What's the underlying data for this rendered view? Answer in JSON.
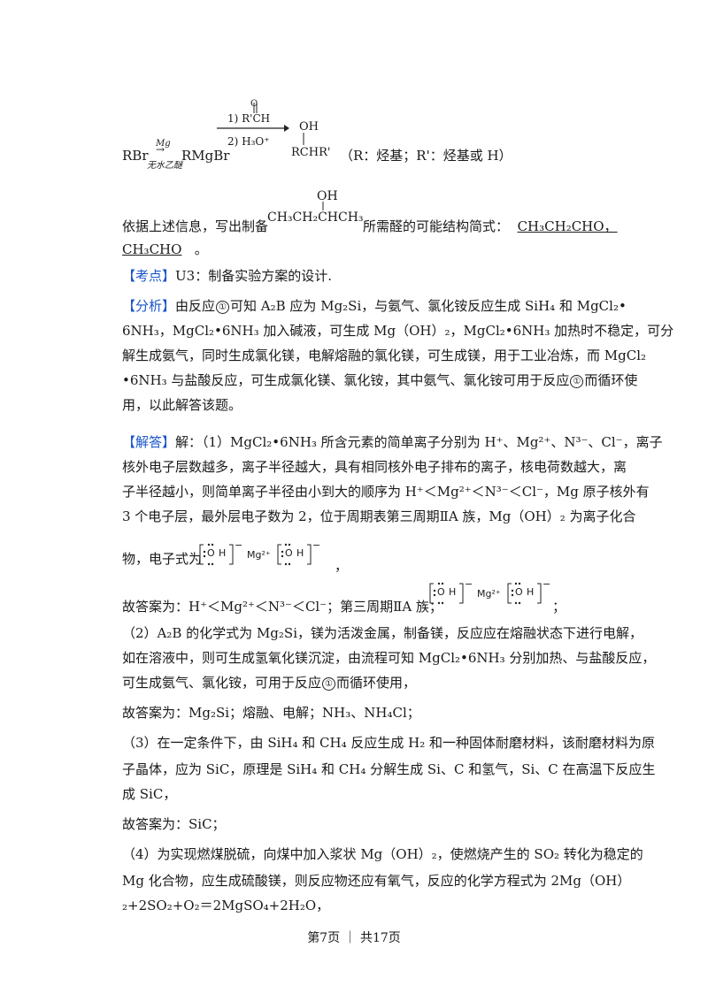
{
  "reaction": {
    "rbr": "RBr",
    "mg": "Mg",
    "solvent": "无水乙醚",
    "rmgbr": "RMgBr",
    "step1": "1) R'CH",
    "step2": "2) H₃O⁺",
    "carbonyl_o": "O",
    "product_oh": "OH",
    "product": "RCHR'",
    "note": "（R：烃基；R'：烃基或 H）"
  },
  "question": {
    "prefix": "依据上述信息，写出制备",
    "target_oh": "OH",
    "target": "CH₃CH₂CHCH₃",
    "suffix": "所需醛的可能结构简式：",
    "answer1": "CH₃CH₂CHO，",
    "answer2": "CH₃CHO",
    "end": "。"
  },
  "kaodian": {
    "tag": "【考点】",
    "text": "U3：制备实验方案的设计."
  },
  "fenxi": {
    "tag": "【分析】",
    "l1a": "由反应",
    "c1": "①",
    "l1b": "可知 A₂B 应为 Mg₂Si，与氨气、氯化铵反应生成 SiH₄ 和 MgCl₂•",
    "l2": "6NH₃，MgCl₂•6NH₃ 加入碱液，可生成 Mg（OH）₂，MgCl₂•6NH₃ 加热时不稳定，可分",
    "l3": "解生成氨气，同时生成氯化镁，电解熔融的氯化镁，可生成镁，用于工业冶炼，而 MgCl₂",
    "l4a": "•6NH₃ 与盐酸反应，可生成氯化镁、氯化铵，其中氨气、氯化铵可用于反应",
    "c2": "①",
    "l4b": "而循环使",
    "l5": "用，以此解答该题。"
  },
  "jieda": {
    "tag": "【解答】",
    "l1": "解：（1）MgCl₂•6NH₃ 所含元素的简单离子分别为 H⁺、Mg²⁺、N³⁻、Cl⁻，离子",
    "l2": "核外电子层数越多，离子半径越大，具有相同核外电子排布的离子，核电荷数越大，离",
    "l3": "子半径越小，则简单离子半径由小到大的顺序为 H⁺＜Mg²⁺＜N³⁻＜Cl⁻，Mg 原子核外有",
    "l4": "3 个电子层，最外层电子数为 2，位于周期表第三周期ⅡA 族，Mg（OH）₂ 为离子化合",
    "l5a": "物，电子式为",
    "l5b": "，",
    "l6a": "故答案为：H⁺＜Mg²⁺＜N³⁻＜Cl⁻；第三周期ⅡA 族；",
    "l6b": "；",
    "l7": "（2）A₂B 的化学式为 Mg₂Si，镁为活泼金属，制备镁，反应应在熔融状态下进行电解，",
    "l8": "如在溶液中，则可生成氢氧化镁沉淀，由流程可知 MgCl₂•6NH₃ 分别加热、与盐酸反应，",
    "l9a": "可生成氨气、氯化铵，可用于反应",
    "c3": "①",
    "l9b": "而循环使用，",
    "l10": "故答案为：Mg₂Si；熔融、电解；NH₃、NH₄Cl；",
    "l11": "（3）在一定条件下，由 SiH₄ 和 CH₄ 反应生成 H₂ 和一种固体耐磨材料，该耐磨材料为原",
    "l12": "子晶体，应为 SiC，原理是 SiH₄ 和 CH₄ 分解生成 Si、C 和氢气，Si、C 在高温下反应生",
    "l13": "成 SiC，",
    "l14": "故答案为：SiC；",
    "l15": "（4）为实现燃煤脱硫，向煤中加入浆状 Mg（OH）₂，使燃烧产生的 SO₂ 转化为稳定的",
    "l16": "Mg 化合物，应生成硫酸镁，则反应物还应有氧气，反应的化学方程式为 2Mg（OH）",
    "l17": "₂+2SO₂+O₂＝2MgSO₄+2H₂O，"
  },
  "electron": {
    "o": "O",
    "h": "H",
    "mg": "Mg²⁺",
    "minus": "−"
  },
  "footer": "第7页 ｜ 共17页"
}
